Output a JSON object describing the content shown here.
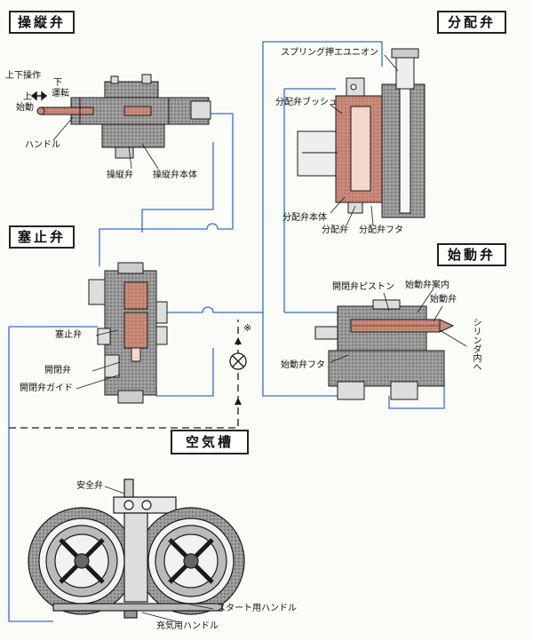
{
  "sections": {
    "control_valve": "操縦弁",
    "distribution_valve": "分配弁",
    "stop_valve": "塞止弁",
    "starting_valve": "始動弁",
    "air_tank": "空気槽"
  },
  "labels": {
    "updown_op": "上下操作",
    "down": "下",
    "run": "運転",
    "up": "上",
    "start": "始動",
    "handle": "ハンドル",
    "control_valve_part": "操縦弁",
    "control_valve_body": "操縦弁本体",
    "spring_nut": "スプリング押エユニオン",
    "dist_bush": "分配弁ブッシュ",
    "dist_body": "分配弁本体",
    "dist_valve": "分配弁",
    "dist_cover": "分配弁フタ",
    "piston": "開閉弁ピストン",
    "start_guide": "始動弁案内",
    "start_valve_part": "始動弁",
    "to_cylinder": "シリンダ内へ",
    "start_cover": "始動弁フタ",
    "stop_valve_part": "塞止弁",
    "open_close_valve": "開閉弁",
    "open_close_guide": "開閉弁ガイド",
    "note_mark": "※",
    "safety_valve": "安全弁",
    "start_handle": "スタート用ハンドル",
    "charge_handle": "充気用ハンドル"
  },
  "colors": {
    "air_line": "#2f6fd6",
    "body_fill": "#8a8a8a",
    "highlight_fill": "#c98a7a",
    "ink": "#1a1a1a"
  }
}
